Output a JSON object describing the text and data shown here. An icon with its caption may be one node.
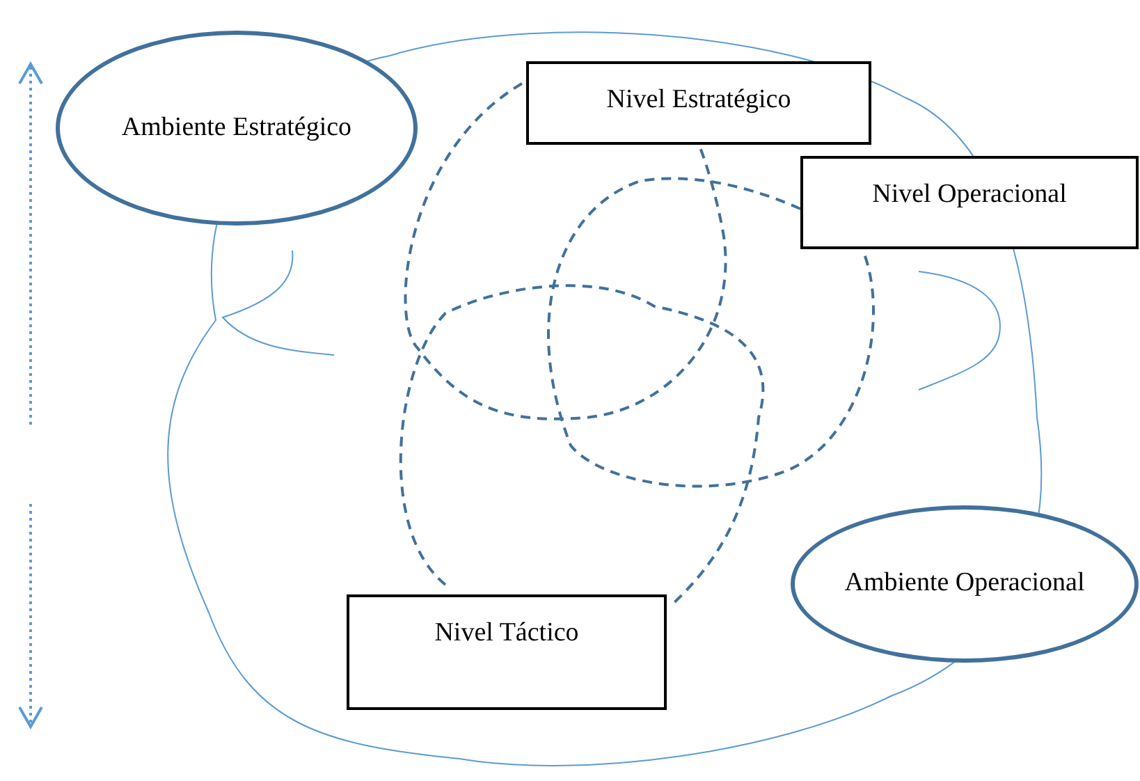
{
  "diagram": {
    "nodes": [
      {
        "text": [
          "Ambiente Estratégico"
        ]
      },
      {
        "text": [
          "Nivel Estratégico"
        ]
      },
      {
        "text": [
          "Nivel Operacional"
        ]
      },
      {
        "text": [
          "Nivel Táctico"
        ]
      },
      {
        "text": [
          "Ambiente Operacional"
        ]
      }
    ]
  }
}
